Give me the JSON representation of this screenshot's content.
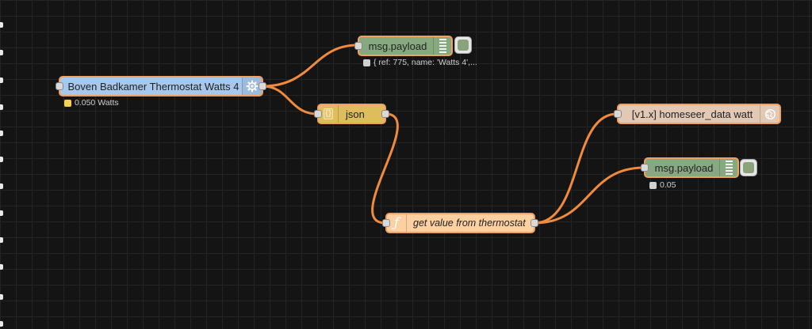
{
  "nodes": {
    "thermostat": {
      "label": "Boven Badkamer Thermostat Watts 4",
      "status": "0.050 Watts",
      "icon": "gear-icon",
      "color": "#a6c8ec"
    },
    "debug_top": {
      "label": "msg.payload",
      "status": "{ ref: 775, name: 'Watts 4',...",
      "icon": "list-icon",
      "color": "#87a980"
    },
    "json": {
      "label": "json",
      "icon": "braces-icon",
      "icon_glyph": "{}",
      "color": "#debd5c"
    },
    "function": {
      "label": "get value from thermostat",
      "icon": "function-icon",
      "icon_glyph": "ƒ",
      "color": "#fdd0a2"
    },
    "homeseer": {
      "label": "[v1.x] homeseer_data watt",
      "icon": "globe-icon",
      "color": "#e2c9b6"
    },
    "debug_bottom": {
      "label": "msg.payload",
      "status": "0.05",
      "icon": "list-icon",
      "color": "#87a980"
    }
  },
  "colors": {
    "wire": "#f08a3c",
    "node_border": "#f0a060",
    "status_yellow": "#f5d352",
    "status_grey": "#d0d0d0",
    "background": "#141414"
  }
}
